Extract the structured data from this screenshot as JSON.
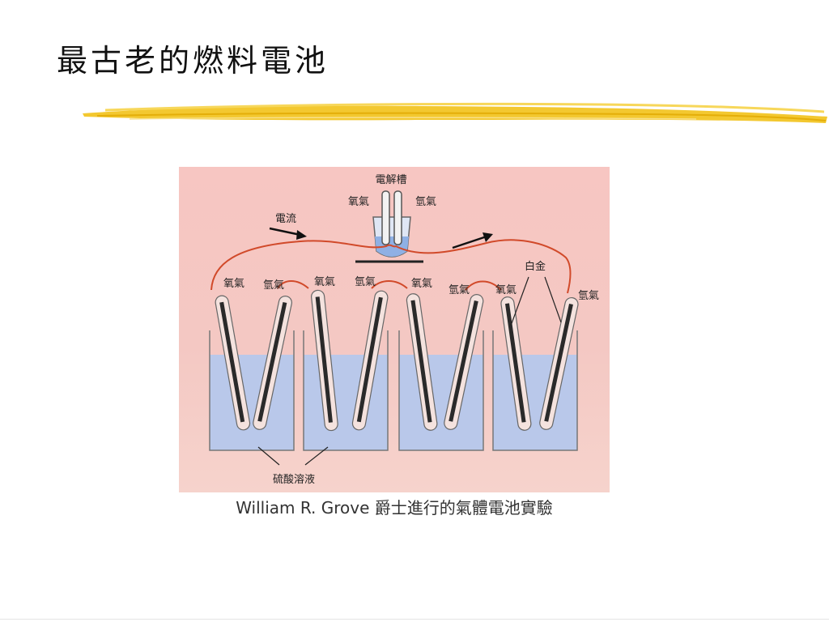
{
  "slide": {
    "title": "最古老的燃料電池",
    "caption": "William R. Grove 爵士進行的氣體電池實驗"
  },
  "diagram": {
    "electrolyzer_label": "電解槽",
    "current_label": "電流",
    "platinum_label": "白金",
    "acid_label": "硫酸溶液",
    "top_gas_labels": [
      "氧氣",
      "氫氣"
    ],
    "cell_gas_labels": [
      "氧氣",
      "氫氣",
      "氧氣",
      "氫氣",
      "氧氣",
      "氫氣",
      "氧氣",
      "氫氣"
    ]
  },
  "colors": {
    "highlight": "#f2c21a",
    "background": "#f6c7c2",
    "liquid": "#b9c8ea",
    "wire": "#d14a2a"
  }
}
